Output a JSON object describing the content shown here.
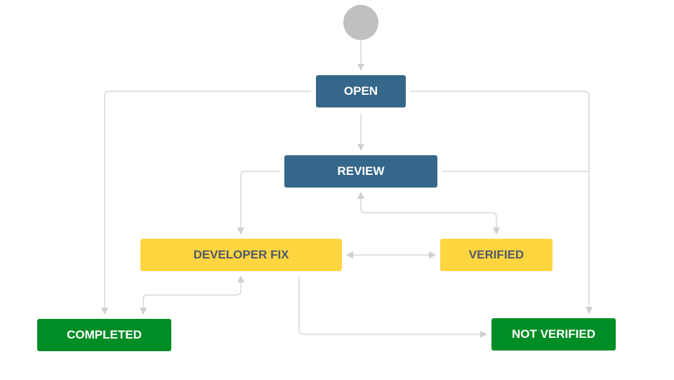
{
  "colors": {
    "blue": "#35678a",
    "yellow": "#ffd540",
    "yellow_text": "#4e5a6a",
    "green": "#008d25",
    "start": "#c0c0c0",
    "connector": "#cfcfcf"
  },
  "nodes": {
    "start": {
      "type": "start-circle"
    },
    "open": {
      "label": "OPEN",
      "color": "blue"
    },
    "review": {
      "label": "REVIEW",
      "color": "blue"
    },
    "developer_fix": {
      "label": "DEVELOPER FIX",
      "color": "yellow"
    },
    "verified": {
      "label": "VERIFIED",
      "color": "yellow"
    },
    "completed": {
      "label": "COMPLETED",
      "color": "green"
    },
    "not_verified": {
      "label": "NOT VERIFIED",
      "color": "green"
    }
  },
  "transitions": [
    {
      "from": "start",
      "to": "open"
    },
    {
      "from": "open",
      "to": "review"
    },
    {
      "from": "open",
      "to": "completed"
    },
    {
      "from": "open",
      "to": "not_verified"
    },
    {
      "from": "review",
      "to": "developer_fix"
    },
    {
      "from": "review",
      "to": "not_verified"
    },
    {
      "from": "review",
      "to": "verified",
      "bidirectional": true
    },
    {
      "from": "developer_fix",
      "to": "verified",
      "bidirectional": true
    },
    {
      "from": "developer_fix",
      "to": "completed",
      "bidirectional": true
    },
    {
      "from": "developer_fix",
      "to": "not_verified"
    }
  ]
}
